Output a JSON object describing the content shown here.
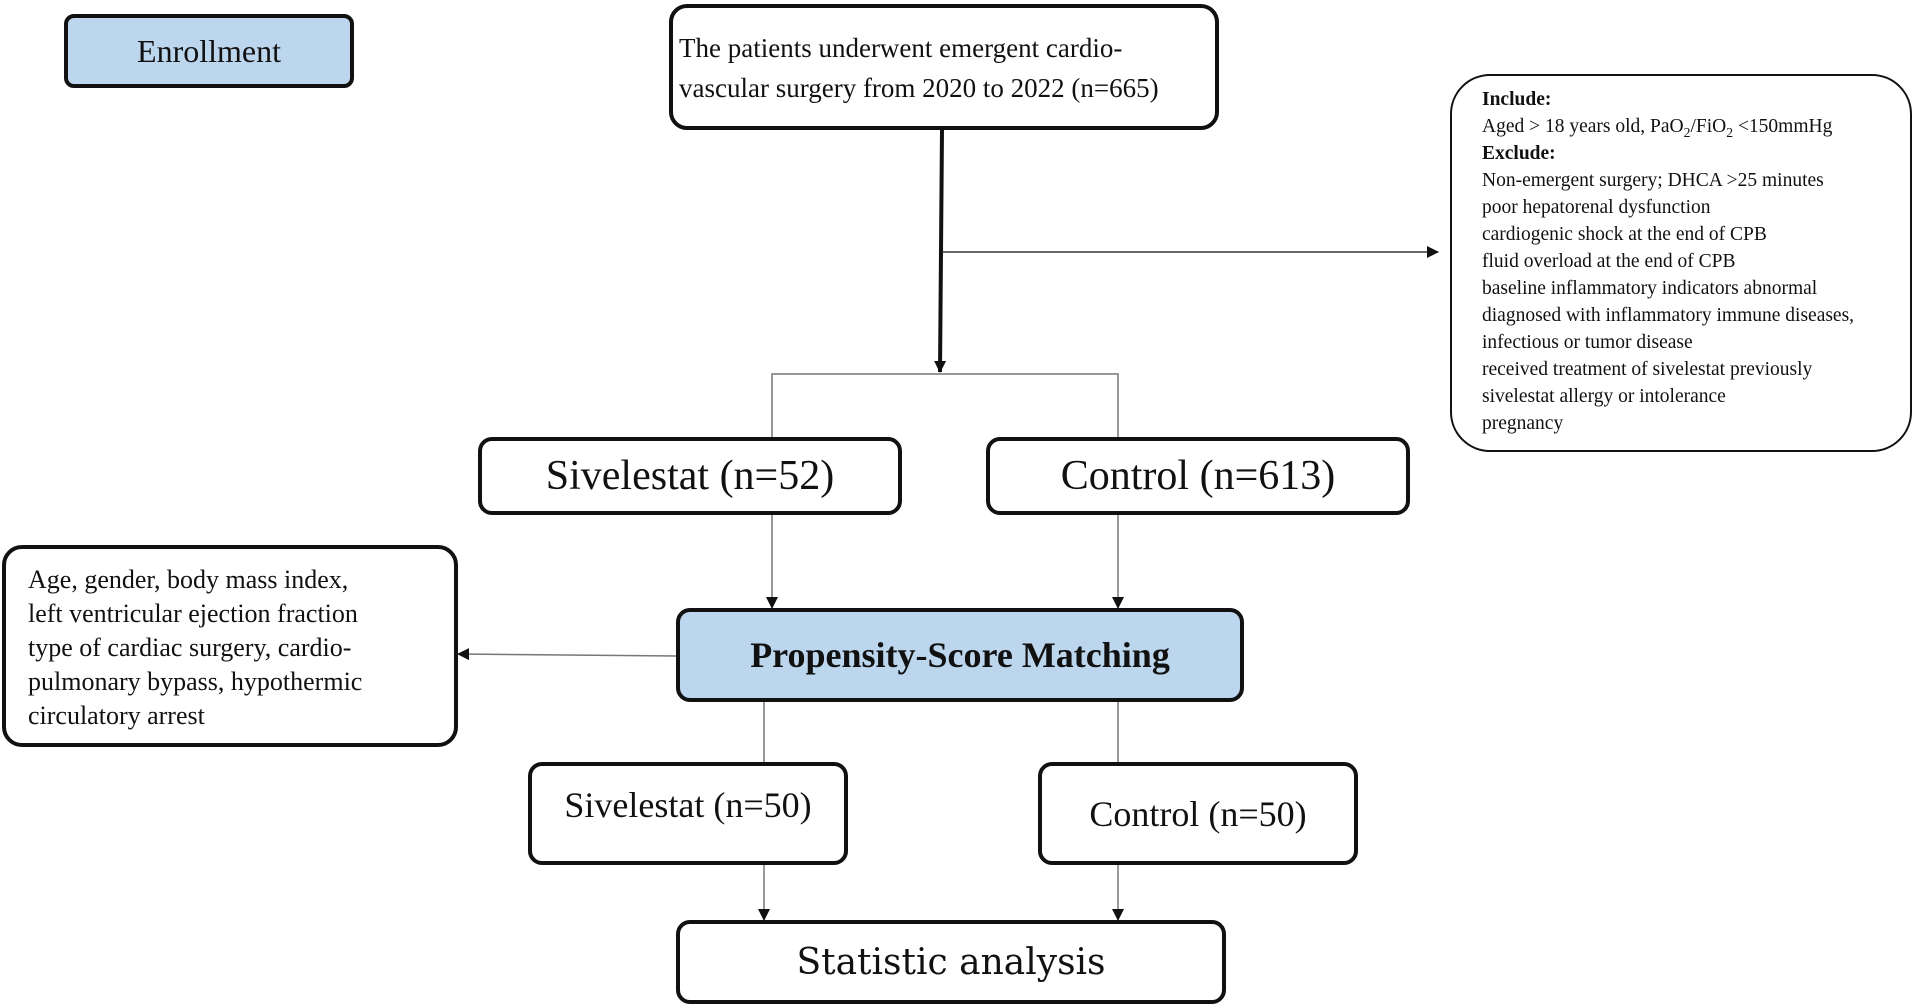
{
  "enrollment": "Enrollment",
  "patients": {
    "line1": "The patients underwent emergent cardio-",
    "line2": "vascular surgery from 2020 to 2022 (n=665)"
  },
  "criteria": {
    "include_heading": "Include:",
    "include_line_prefix": "Aged > 18 years old, PaO",
    "include_sub1": "2",
    "include_mid": "/FiO",
    "include_sub2": "2",
    "include_suffix": " <150mmHg",
    "exclude_heading": "Exclude:",
    "exclude_items": [
      "Non-emergent surgery; DHCA >25 minutes",
      "poor hepatorenal dysfunction",
      "cardiogenic shock at the end of CPB",
      "fluid overload at the end of CPB",
      "baseline inflammatory indicators abnormal",
      "diagnosed with inflammatory immune diseases,",
      "infectious or tumor disease",
      "received treatment of sivelestat previously",
      "sivelestat allergy or intolerance",
      "pregnancy"
    ]
  },
  "groups_before": {
    "sivelestat": "Sivelestat (n=52)",
    "control": "Control (n=613)"
  },
  "psm": "Propensity-Score Matching",
  "covariates": [
    "Age, gender, body mass index,",
    "left ventricular ejection fraction",
    "type of cardiac surgery, cardio-",
    "pulmonary bypass, hypothermic",
    "circulatory arrest"
  ],
  "groups_after": {
    "sivelestat": "Sivelestat (n=50)",
    "control": "Control (n=50)"
  },
  "analysis": "Statistic analysis"
}
